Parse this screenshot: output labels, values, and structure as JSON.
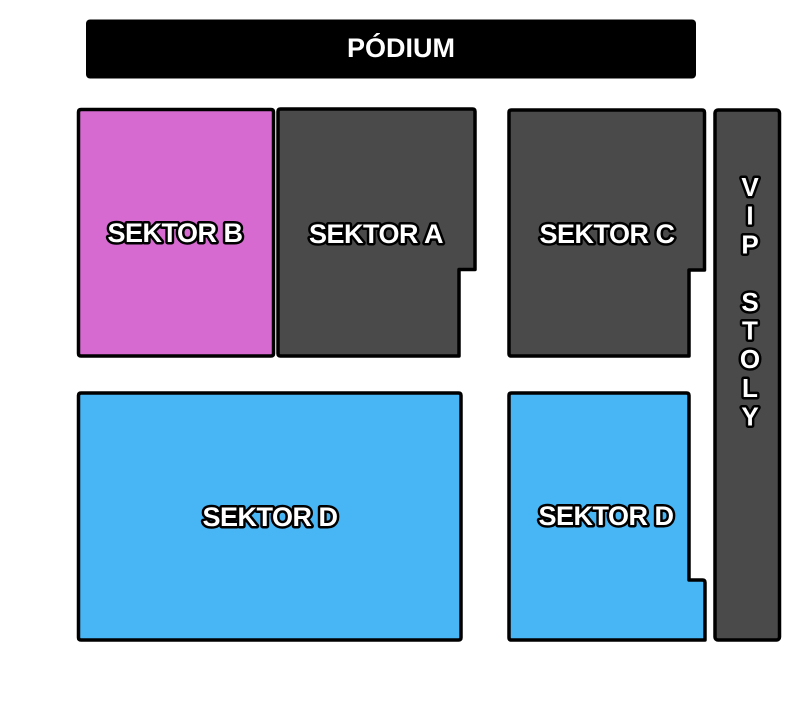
{
  "stage": {
    "label": "PÓDIUM",
    "color": "#000000"
  },
  "sections": {
    "sektor_b": {
      "label": "SEKTOR B",
      "color": "#d66ad1"
    },
    "sektor_a": {
      "label": "SEKTOR A",
      "color": "#4a4a4a"
    },
    "sektor_c": {
      "label": "SEKTOR C",
      "color": "#4a4a4a"
    },
    "sektor_d_left": {
      "label": "SEKTOR D",
      "color": "#48b5f5"
    },
    "sektor_d_right": {
      "label": "SEKTOR D",
      "color": "#48b5f5"
    }
  },
  "vip": {
    "label": "VIP STOLY",
    "color": "#4a4a4a"
  }
}
